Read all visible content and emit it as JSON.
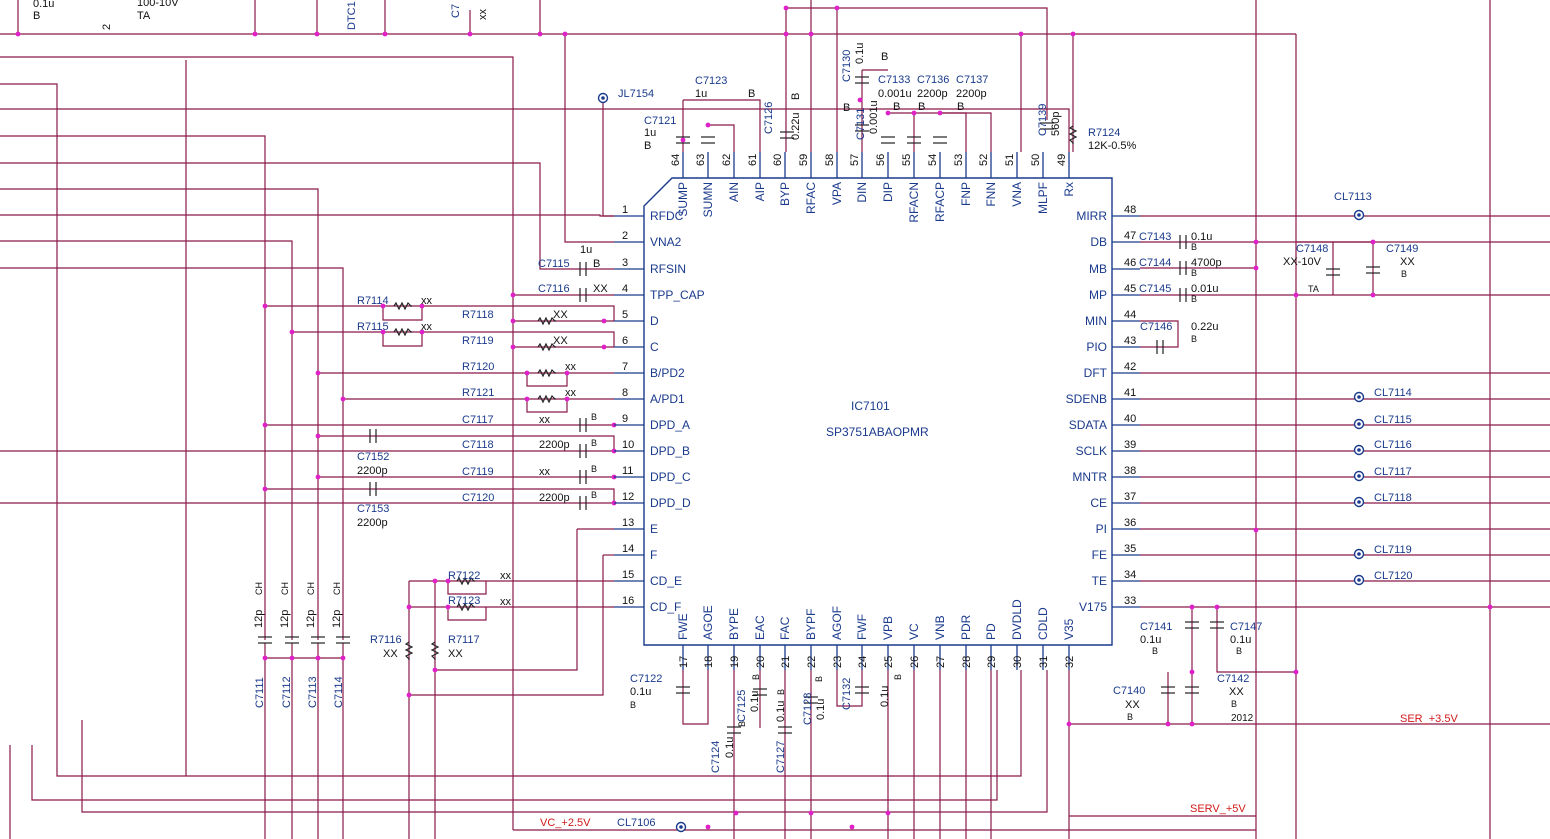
{
  "ic": {
    "ref": "IC7101",
    "part": "SP3751ABAOPMR"
  },
  "colors": {
    "wire": "#8a1a4a",
    "junction": "#e020c8",
    "component": "#1a3a8c",
    "rail": "#d11a1a"
  },
  "pins_left": [
    {
      "n": "1",
      "name": "RFDC"
    },
    {
      "n": "2",
      "name": "VNA2"
    },
    {
      "n": "3",
      "name": "RFSIN"
    },
    {
      "n": "4",
      "name": "TPP_CAP"
    },
    {
      "n": "5",
      "name": "D"
    },
    {
      "n": "6",
      "name": "C"
    },
    {
      "n": "7",
      "name": "B/PD2"
    },
    {
      "n": "8",
      "name": "A/PD1"
    },
    {
      "n": "9",
      "name": "DPD_A"
    },
    {
      "n": "10",
      "name": "DPD_B"
    },
    {
      "n": "11",
      "name": "DPD_C"
    },
    {
      "n": "12",
      "name": "DPD_D"
    },
    {
      "n": "13",
      "name": "E"
    },
    {
      "n": "14",
      "name": "F"
    },
    {
      "n": "15",
      "name": "CD_E"
    },
    {
      "n": "16",
      "name": "CD_F"
    }
  ],
  "pins_right": [
    {
      "n": "48",
      "name": "MIRR"
    },
    {
      "n": "47",
      "name": "DB"
    },
    {
      "n": "46",
      "name": "MB"
    },
    {
      "n": "45",
      "name": "MP"
    },
    {
      "n": "44",
      "name": "MIN"
    },
    {
      "n": "43",
      "name": "PIO"
    },
    {
      "n": "42",
      "name": "DFT"
    },
    {
      "n": "41",
      "name": "SDENB"
    },
    {
      "n": "40",
      "name": "SDATA"
    },
    {
      "n": "39",
      "name": "SCLK"
    },
    {
      "n": "38",
      "name": "MNTR"
    },
    {
      "n": "37",
      "name": "CE"
    },
    {
      "n": "36",
      "name": "PI"
    },
    {
      "n": "35",
      "name": "FE"
    },
    {
      "n": "34",
      "name": "TE"
    },
    {
      "n": "33",
      "name": "V175"
    }
  ],
  "pins_top": [
    {
      "n": "64",
      "name": "SUMP"
    },
    {
      "n": "63",
      "name": "SUMN"
    },
    {
      "n": "62",
      "name": "AIN"
    },
    {
      "n": "61",
      "name": "AIP"
    },
    {
      "n": "60",
      "name": "BYP"
    },
    {
      "n": "59",
      "name": "RFAC"
    },
    {
      "n": "58",
      "name": "VPA"
    },
    {
      "n": "57",
      "name": "DIN"
    },
    {
      "n": "56",
      "name": "DIP"
    },
    {
      "n": "55",
      "name": "RFACN"
    },
    {
      "n": "54",
      "name": "RFACP"
    },
    {
      "n": "53",
      "name": "FNP"
    },
    {
      "n": "52",
      "name": "FNN"
    },
    {
      "n": "51",
      "name": "VNA"
    },
    {
      "n": "50",
      "name": "MLPF"
    },
    {
      "n": "49",
      "name": "Rx"
    }
  ],
  "pins_bottom": [
    {
      "n": "17",
      "name": "FWE"
    },
    {
      "n": "18",
      "name": "AGOE"
    },
    {
      "n": "19",
      "name": "BYPE"
    },
    {
      "n": "20",
      "name": "EAC"
    },
    {
      "n": "21",
      "name": "FAC"
    },
    {
      "n": "22",
      "name": "BYPF"
    },
    {
      "n": "23",
      "name": "AGOF"
    },
    {
      "n": "24",
      "name": "FWF"
    },
    {
      "n": "25",
      "name": "VPB"
    },
    {
      "n": "26",
      "name": "VC"
    },
    {
      "n": "27",
      "name": "VNB"
    },
    {
      "n": "28",
      "name": "PDR"
    },
    {
      "n": "29",
      "name": "PD"
    },
    {
      "n": "30",
      "name": "DVDLD"
    },
    {
      "n": "31",
      "name": "CDLD"
    },
    {
      "n": "32",
      "name": "V35"
    }
  ],
  "left_parts": [
    {
      "ref": "C7115",
      "val": "1u",
      "code": "B"
    },
    {
      "ref": "C7116",
      "val": "XX",
      "code": ""
    },
    {
      "ref": "R7118",
      "val": "XX",
      "code": ""
    },
    {
      "ref": "R7119",
      "val": "XX",
      "code": ""
    },
    {
      "ref": "R7120",
      "val": "xx",
      "code": ""
    },
    {
      "ref": "R7121",
      "val": "xx",
      "code": ""
    },
    {
      "ref": "C7117",
      "val": "xx",
      "code": "B"
    },
    {
      "ref": "C7118",
      "val": "2200p",
      "code": "B"
    },
    {
      "ref": "C7119",
      "val": "xx",
      "code": "B"
    },
    {
      "ref": "C7120",
      "val": "2200p",
      "code": "B"
    },
    {
      "ref": "R7114",
      "val": "xx",
      "code": ""
    },
    {
      "ref": "R7115",
      "val": "xx",
      "code": ""
    },
    {
      "ref": "C7152",
      "val": "2200p",
      "code": ""
    },
    {
      "ref": "C7153",
      "val": "2200p",
      "code": ""
    },
    {
      "ref": "R7122",
      "val": "xx",
      "code": ""
    },
    {
      "ref": "R7123",
      "val": "xx",
      "code": ""
    },
    {
      "ref": "R7116",
      "val": "XX",
      "code": ""
    },
    {
      "ref": "R7117",
      "val": "XX",
      "code": ""
    }
  ],
  "bottom_caps": [
    {
      "ref": "C7111",
      "val": "12p",
      "code": "CH"
    },
    {
      "ref": "C7112",
      "val": "12p",
      "code": "CH"
    },
    {
      "ref": "C7113",
      "val": "12p",
      "code": "CH"
    },
    {
      "ref": "C7114",
      "val": "12p",
      "code": "CH"
    }
  ],
  "top_parts": [
    {
      "ref": "JL7154",
      "val": "",
      "code": ""
    },
    {
      "ref": "C7123",
      "val": "1u",
      "code": "B"
    },
    {
      "ref": "C7121",
      "val": "1u",
      "code": "B"
    },
    {
      "ref": "C7126",
      "val": "0.22u",
      "code": "B"
    },
    {
      "ref": "C7130",
      "val": "0.1u",
      "code": "B"
    },
    {
      "ref": "C7131",
      "val": "0.001u",
      "code": "B"
    },
    {
      "ref": "C7133",
      "val": "0.001u",
      "code": "B"
    },
    {
      "ref": "C7136",
      "val": "2200p",
      "code": "B"
    },
    {
      "ref": "C7137",
      "val": "2200p",
      "code": "B"
    },
    {
      "ref": "C7139",
      "val": "560p",
      "code": ""
    },
    {
      "ref": "R7124",
      "val": "12K-0.5%",
      "code": ""
    }
  ],
  "right_parts": [
    {
      "ref": "C7143",
      "val": "0.1u",
      "code": "B"
    },
    {
      "ref": "C7144",
      "val": "4700p",
      "code": "B"
    },
    {
      "ref": "C7145",
      "val": "0.01u",
      "code": "B"
    },
    {
      "ref": "C7146",
      "val": "0.22u",
      "code": "B"
    },
    {
      "ref": "C7148",
      "val": "XX-10V",
      "code": "TA"
    },
    {
      "ref": "C7149",
      "val": "XX",
      "code": "B"
    },
    {
      "ref": "C7141",
      "val": "0.1u",
      "code": "B"
    },
    {
      "ref": "C7147",
      "val": "0.1u",
      "code": "B"
    },
    {
      "ref": "C7140",
      "val": "XX",
      "code": "B"
    },
    {
      "ref": "C7142",
      "val": "XX",
      "code": "B"
    }
  ],
  "bottom_parts": [
    {
      "ref": "C7122",
      "val": "0.1u",
      "code": "B"
    },
    {
      "ref": "C7124",
      "val": "0.1u",
      "code": "B"
    },
    {
      "ref": "C7125",
      "val": "0.1u",
      "code": "B"
    },
    {
      "ref": "C7127",
      "val": "0.1u",
      "code": "B"
    },
    {
      "ref": "C7128",
      "val": "0.1u",
      "code": "B"
    },
    {
      "ref": "C7132",
      "val": "0.1u",
      "code": "B"
    }
  ],
  "test_points": [
    "CL7113",
    "CL7114",
    "CL7115",
    "CL7116",
    "CL7117",
    "CL7118",
    "CL7119",
    "CL7120",
    "CL7106"
  ],
  "rails": {
    "vc": "VC_+2.5V",
    "serv": "SERV_+5V",
    "ser": "SER_+3.5V"
  },
  "misc": {
    "year": "2012",
    "top_left_val": "0.1u",
    "top_left_code": "B",
    "top_cap": "100-10V",
    "top_cap_code": "TA",
    "top_c7": "C7",
    "top_c7_val": "xx",
    "dtc": "DTC1",
    "num2": "2"
  }
}
